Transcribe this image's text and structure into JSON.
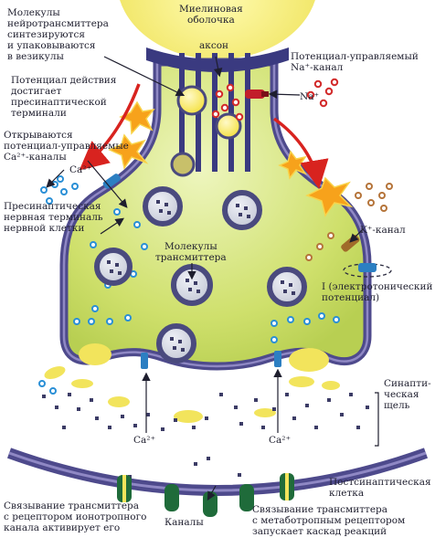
{
  "labels": {
    "myelin_sheath": "Миелиновая\nоболочка",
    "axon": "аксон",
    "vesicle_packaging": "Молекулы\nнейротрансмиттера\nсинтезируются\nи упаковываются\nв везикулы",
    "action_potential": "Потенциал действия\nдостигает\nпресинаптической\nтерминали",
    "ca_channels_open": "Открываются\nпотенциал-управляемые\nCa²⁺-каналы",
    "na_channel": "Потенциал-управляемый\nNa⁺-канал",
    "na_ion": "Na⁺",
    "ca_ion_top": "Ca²⁺",
    "presynaptic_terminal": "Пресинаптическая\nнервная терминаль\nнервной клетки",
    "k_channel": "K⁺-канал",
    "transmitter_molecules": "Молекулы\nтрансмиттера",
    "electrotonic_current": "I (электротонический\nпотенциал)",
    "synaptic_cleft": "Синапти-\nческая\nщель",
    "ca_ion_left": "Ca²⁺",
    "ca_ion_right": "Ca²⁺",
    "postsynaptic_cell": "Постсинаптическая\nклетка",
    "ionotropic_binding": "Связывание трансмиттера\nс рецептором ионотропного\nканала активирует его",
    "channels": "Каналы",
    "metabotropic_binding": "Связывание трансмиттера\nс метаботропным рецептором\nзапускает каскад реакций"
  },
  "colors": {
    "terminal_fill": "#d4e87a",
    "membrane": "#4e4a8c",
    "myelin": "#f2ec78",
    "vesicle_ring": "#4a4a7e",
    "vesicle_core": "#dcdfe8",
    "na_ions": "#d22a2a",
    "k_ions": "#b5743a",
    "ca_ions": "#2a8fd6",
    "flash": "#f7a21b",
    "arrow_red": "#d8231f",
    "receptor_green": "#1f6b3a"
  }
}
